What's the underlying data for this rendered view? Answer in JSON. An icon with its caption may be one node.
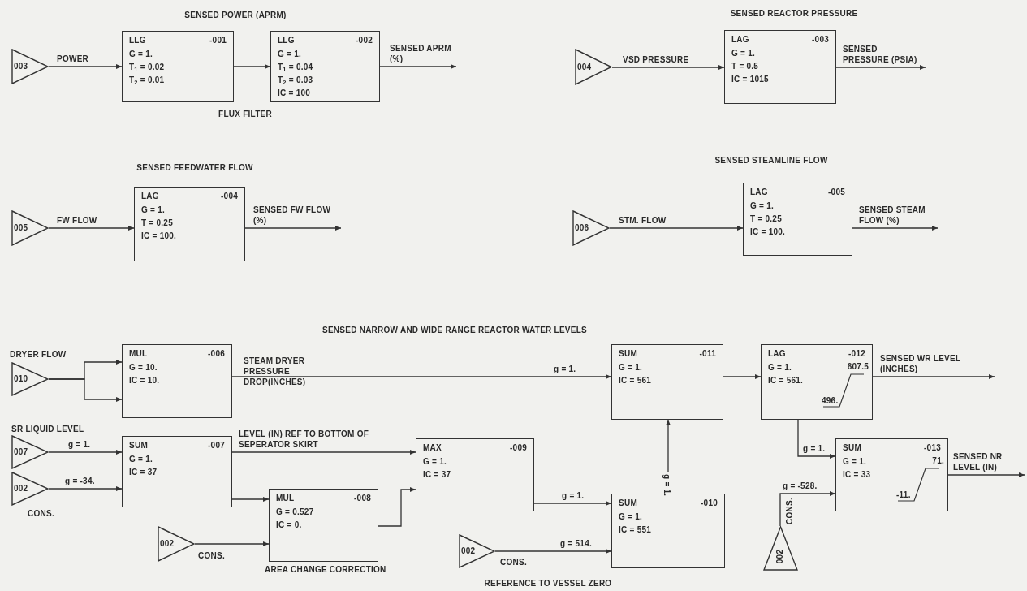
{
  "diagram": {
    "nodes": [
      {
        "text": [
          "003"
        ]
      },
      {
        "text": [
          "LLG",
          "-001",
          "G = 1.",
          "T$_{1}$ = 0.02",
          "T$_{2}$ = 0.01"
        ]
      },
      {
        "text": [
          "LLG",
          "-002",
          "G = 1.",
          "T$_{1}$ = 0.04",
          "T$_{2}$ = 0.03",
          "IC = 100"
        ]
      },
      {
        "text": [
          "004"
        ]
      },
      {
        "text": [
          "LAG",
          "-003",
          "G = 1.",
          "T = 0.5",
          "IC = 1015"
        ]
      },
      {
        "text": [
          "005"
        ]
      },
      {
        "text": [
          "LAG",
          "-004",
          "G = 1.",
          "T = 0.25",
          "IC = 100."
        ]
      },
      {
        "text": [
          "006"
        ]
      },
      {
        "text": [
          "LAG",
          "-005",
          "G = 1.",
          "T = 0.25",
          "IC = 100."
        ]
      },
      {
        "text": [
          "010"
        ],
        "beside": [
          "DRYER FLOW"
        ]
      },
      {
        "text": [
          "MUL",
          "-006",
          "G = 10.",
          "IC = 10."
        ],
        "beside": [
          "STEAM DRYER PRESSURE DROP(INCHES)"
        ]
      },
      {
        "text": [
          "SUM",
          "-011",
          "G = 1.",
          "IC = 561"
        ]
      },
      {
        "text": [
          "LAG",
          "-012",
          "G = 1.",
          "IC = 561.",
          "607.5",
          "496."
        ]
      },
      {
        "text": [
          "007"
        ],
        "beside": [
          "SR LIQUID LEVEL"
        ]
      },
      {
        "text": [
          "SUM",
          "-007",
          "G = 1.",
          "IC = 37"
        ]
      },
      {
        "text": [
          "MAX",
          "-009",
          "G = 1.",
          "IC = 37"
        ]
      },
      {
        "text": [
          "002"
        ],
        "beside": [
          "CONS."
        ]
      },
      {
        "text": [
          "SUM",
          "-013",
          "G = 1.",
          "IC = 33",
          "71.",
          "-11."
        ]
      },
      {
        "text": [
          "MUL",
          "-008",
          "G = 0.527",
          "IC = 0."
        ],
        "beside": [
          "AREA CHANGE CORRECTION"
        ]
      },
      {
        "text": [
          "002"
        ],
        "beside": [
          "CONS."
        ]
      },
      {
        "text": [
          "SUM",
          "-010",
          "G = 1.",
          "IC = 551"
        ]
      },
      {
        "text": [
          "002"
        ],
        "beside": [
          "CONS."
        ]
      },
      {
        "text": [
          "002"
        ],
        "beside": [
          "CONS."
        ]
      }
    ],
    "edges": [
      {
        "from": 0,
        "to": 1,
        "arrow": "to",
        "label": "POWER"
      },
      {
        "from": 1,
        "to": 2,
        "arrow": "to"
      },
      {
        "from": 2,
        "to": null,
        "arrow": "to",
        "label": "SENSED APRM (%)"
      },
      {
        "from": 3,
        "to": 4,
        "arrow": "to",
        "label": "VSD PRESSURE"
      },
      {
        "from": 4,
        "to": null,
        "arrow": "to",
        "label": "SENSED PRESSURE (PSIA)"
      },
      {
        "from": 5,
        "to": 6,
        "arrow": "to",
        "label": "FW FLOW"
      },
      {
        "from": 6,
        "to": null,
        "arrow": "to",
        "label": "SENSED FW FLOW (%)"
      },
      {
        "from": 7,
        "to": 8,
        "arrow": "to",
        "label": "STM. FLOW"
      },
      {
        "from": 8,
        "to": null,
        "arrow": "to",
        "label": "SENSED STEAM FLOW (%)"
      },
      {
        "from": 9,
        "to": 10,
        "arrow": "to"
      },
      {
        "from": 9,
        "to": 10,
        "arrow": "to"
      },
      {
        "from": 10,
        "to": 11,
        "arrow": "to",
        "label": "g = 1."
      },
      {
        "from": 11,
        "to": 12,
        "arrow": "to"
      },
      {
        "from": 12,
        "to": null,
        "arrow": "to",
        "label": "SENSED WR LEVEL (INCHES)"
      },
      {
        "from": 13,
        "to": 14,
        "arrow": "to",
        "label": "g = 1."
      },
      {
        "from": 16,
        "to": 14,
        "arrow": "to",
        "label": "g = -34."
      },
      {
        "from": 14,
        "to": 15,
        "arrow": "to",
        "label": "LEVEL (IN) REF TO BOTTOM OF SEPERATOR SKIRT"
      },
      {
        "from": 14,
        "to": 18,
        "arrow": "to"
      },
      {
        "from": 19,
        "to": 18,
        "arrow": "to"
      },
      {
        "from": 18,
        "to": 15,
        "arrow": "to"
      },
      {
        "from": 15,
        "to": 20,
        "arrow": "to",
        "label": "g = 1."
      },
      {
        "from": 21,
        "to": 20,
        "arrow": "to",
        "label": "g = 514."
      },
      {
        "from": 20,
        "to": 11,
        "arrow": "to",
        "label": "g = 1."
      },
      {
        "from": 12,
        "to": 17,
        "arrow": "to",
        "label": "g = 1."
      },
      {
        "from": 22,
        "to": 17,
        "arrow": "to",
        "label": "g = -528."
      },
      {
        "from": 17,
        "to": null,
        "arrow": "to",
        "label": "SENSED NR LEVEL (IN)"
      }
    ],
    "labels": [
      "SENSED POWER (APRM)",
      "SENSED REACTOR PRESSURE",
      "FLUX FILTER",
      "SENSED FEEDWATER FLOW",
      "SENSED STEAMLINE FLOW",
      "SENSED NARROW AND WIDE RANGE REACTOR WATER LEVELS",
      "REFERENCE TO VESSEL ZERO"
    ]
  }
}
